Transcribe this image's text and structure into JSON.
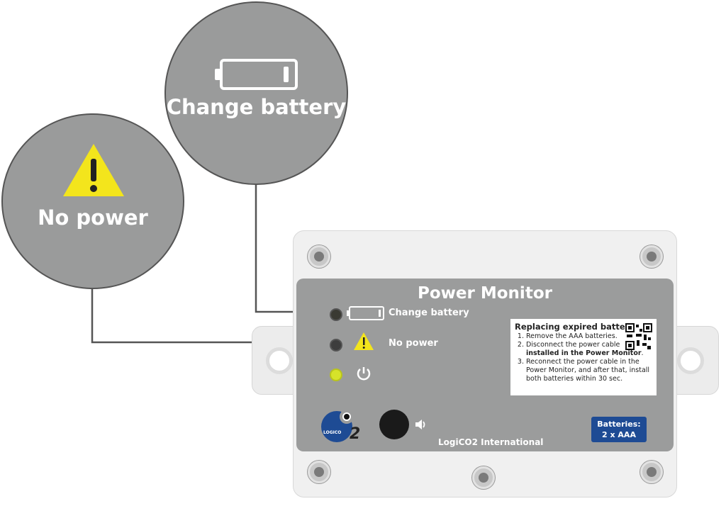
{
  "callouts": [
    {
      "label": "Change battery",
      "icon": "battery-empty-icon"
    },
    {
      "label": "No power",
      "icon": "warning-triangle-icon"
    }
  ],
  "device": {
    "title": "Power Monitor",
    "indicators": [
      {
        "label": "Change battery",
        "icon": "battery-empty-icon",
        "led_color": "#3a3a33"
      },
      {
        "label": "No power",
        "icon": "warning-triangle-icon",
        "led_color": "#3d3d3d"
      },
      {
        "label": "",
        "icon": "power-icon",
        "led_color": "#d6e22a"
      }
    ],
    "instructions": {
      "title": "Replacing expired batteries",
      "steps": [
        "Remove the AAA batteries.",
        "Disconnect the power cable",
        "Reconnect the power cable in the Power Monitor, and after that, install both batteries within 30 sec."
      ],
      "step2_bold": "installed in the Power Monitor",
      "step2_end": "."
    },
    "logo_text": "LOGICO",
    "logo_sub": "2",
    "company": "LogiCO2 International",
    "battery_badge": {
      "line1": "Batteries:",
      "line2": "2 x AAA"
    }
  },
  "colors": {
    "panel": "#9b9c9c",
    "bubble": "#9a9b9b",
    "badge": "#1e4b94",
    "warning": "#f3e51c"
  }
}
